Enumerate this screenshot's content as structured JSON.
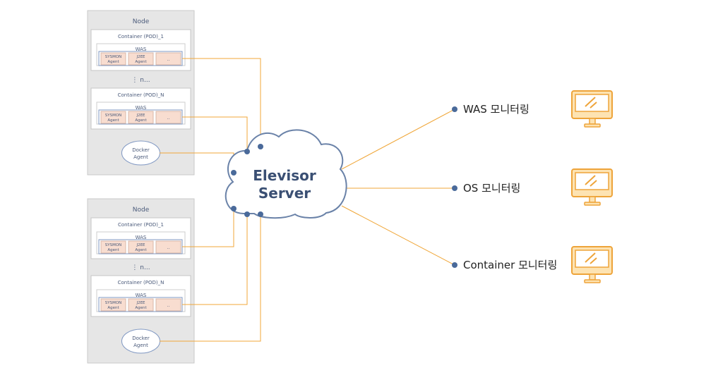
{
  "nodes": [
    {
      "title": "Node",
      "containers": [
        {
          "title": "Container (POD)_1",
          "was": "WAS",
          "agents": [
            "SYSMON",
            "Agent",
            "J2EE",
            "Agent",
            ".."
          ]
        },
        {
          "title": "Container (POD)_N",
          "was": "WAS",
          "agents": [
            "SYSMON",
            "Agent",
            "J2EE",
            "Agent",
            ".."
          ]
        }
      ],
      "ellipsis": "⋮ n...",
      "docker": [
        "Docker",
        "Agent"
      ]
    },
    {
      "title": "Node",
      "containers": [
        {
          "title": "Container (POD)_1",
          "was": "WAS",
          "agents": [
            "SYSMON",
            "Agent",
            "J2EE",
            "Agent",
            ".."
          ]
        },
        {
          "title": "Container (POD)_N",
          "was": "WAS",
          "agents": [
            "SYSMON",
            "Agent",
            "J2EE",
            "Agent",
            ".."
          ]
        }
      ],
      "ellipsis": "⋮ n...",
      "docker": [
        "Docker",
        "Agent"
      ]
    }
  ],
  "server": {
    "line1": "Elevisor",
    "line2": "Server"
  },
  "outputs": [
    {
      "label": "WAS 모니터링",
      "icon": "monitor-icon"
    },
    {
      "label": "OS 모니터링",
      "icon": "monitor-icon"
    },
    {
      "label": "Container 모니터링",
      "icon": "monitor-icon"
    }
  ],
  "colors": {
    "line": "#f0a73a",
    "dot": "#4a6a9a",
    "cloud_stroke": "#6a82a8",
    "node_bg": "#e6e6e6",
    "agent_bg": "#f8ddd0",
    "monitor_fill": "#fde3b2",
    "monitor_stroke": "#eea43a"
  }
}
